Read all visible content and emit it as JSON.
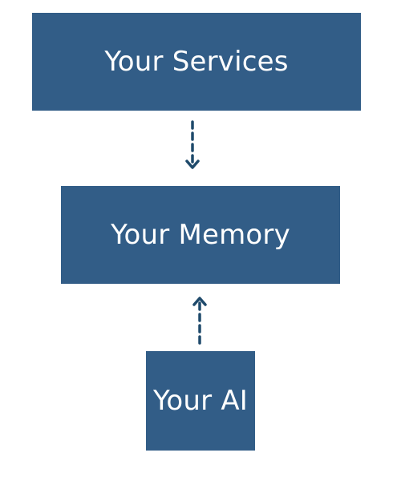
{
  "diagram": {
    "nodes": [
      {
        "id": "services",
        "label": "Your Services"
      },
      {
        "id": "memory",
        "label": "Your Memory"
      },
      {
        "id": "ai",
        "label": "Your AI"
      }
    ],
    "edges": [
      {
        "from": "services",
        "to": "memory",
        "style": "dashed"
      },
      {
        "from": "ai",
        "to": "memory",
        "style": "dashed"
      }
    ],
    "colors": {
      "box_fill": "#325d87",
      "box_text": "#ffffff",
      "arrow": "#1f4a6b",
      "background": "#ffffff"
    }
  }
}
